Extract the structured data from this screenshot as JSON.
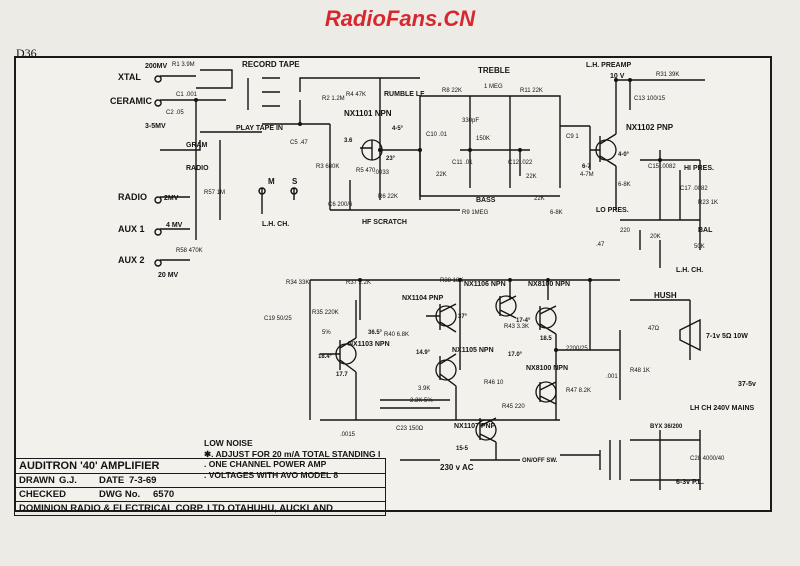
{
  "watermark": "RadioFans.CN",
  "sheet_code": "D36",
  "title_block": {
    "title": "AUDITRON '40' AMPLIFIER",
    "drawn_label": "DRAWN",
    "drawn_value": "G.J.",
    "date_label": "DATE",
    "date_value": "7-3-69",
    "checked_label": "CHECKED",
    "dwg_label": "DWG No.",
    "dwg_value": "6570",
    "company": "DOMINION RADIO & ELECTRICAL CORP. LTD OTAHUHU, AUCKLAND"
  },
  "notes": {
    "heading": "LOW NOISE",
    "line1": "✱. ADJUST FOR 20 m/A TOTAL STANDING I",
    "line2": ". ONE CHANNEL POWER AMP",
    "line3": ". VOLTAGES WITH AVO MODEL 8"
  },
  "inputs": {
    "xtal": "XTAL",
    "xtal_level": "200MV",
    "ceramic": "CERAMIC",
    "ceramic_level": "3-5MV",
    "gram": "GRAM",
    "radio_sw": "RADIO",
    "radio": "RADIO",
    "radio_level": "2MV",
    "aux1": "AUX 1",
    "aux1_level": "4 MV",
    "aux2": "AUX 2",
    "aux2_level": "20 MV"
  },
  "labels": {
    "record_tape": "RECORD TAPE",
    "play_tape": "PLAY TAPE IN",
    "m": "M",
    "s": "S",
    "lh_ch": "L.H. CH.",
    "rumble": "RUMBLE LF",
    "hf_scratch": "HF SCRATCH",
    "treble": "TREBLE",
    "bass": "BASS",
    "lh_preamp": "L.H. PREAMP",
    "preamp_v": "10 V",
    "hi_pres": "HI PRES.",
    "lo_pres": "LO PRES.",
    "bal": "BAL",
    "lh_ch2": "L.H. CH.",
    "hush": "HUSH",
    "mains": "LH CH 240V MAINS",
    "v230": "230 v AC",
    "onoff": "ON/OFF SW.",
    "v63": "6-3v P.L.",
    "v375": "37-5v",
    "speaker": "7-1v 5Ω 10W",
    "bty": "BYX 36/200"
  },
  "transistors": {
    "q1": "NX1101 NPN",
    "q2": "NX1102 PNP",
    "q3": "NX1103 NPN",
    "q4": "NX1104 PNP",
    "q5": "NX1105 NPN",
    "q6": "NX1106 NPN",
    "q7": "NX1107 PNP",
    "q8": "NX8100 NPN",
    "q9": "NX8100 NPN"
  },
  "components": {
    "r1": "R1 3.9M",
    "c1": "C1 .001",
    "c2": "C2 .05",
    "r57": "R57 1M",
    "r58": "R58 470K",
    "r2": "R2 1.2M",
    "r4": "R4 47K",
    "r3": "R3 680K",
    "r5": "R5 470",
    "c5": "C5 .47",
    "c6": "C6 200/6",
    "c7": ".0033",
    "r6": "R6 22K",
    "c10": "C10 .01",
    "r8": "R8 22K",
    "r10": "1 MEG",
    "r11": "R11 22K",
    "c8": "330pF",
    "r12": "150K",
    "r13": "22K",
    "r14": "22K",
    "c12": "C12 .022",
    "c11": "C11 .01",
    "r9": "R9 1MEG",
    "r15": "22K",
    "r16": "6-8K",
    "c9": "C9 1",
    "r17": "4-7M",
    "r18": "6-8K",
    "r31": "R31 39K",
    "c13": "C13 100/15",
    "r20": "220",
    "c16": ".47",
    "r21": "20K",
    "r23": "R23 1K",
    "r25": "50K",
    "c15": "C15 .0082",
    "c17": "C17 .0082",
    "r34": "R34 33K",
    "r35": "R35 220K",
    "r37": "R37 2.2K",
    "r36": "5%",
    "c19": "C19 50/25",
    "r40": "R40 6.8K",
    "r41": "3.9K",
    "r42": "2.2K 5%",
    "r43": "R43 3.3K",
    "r45": "R45 220",
    "r46": "R46 10",
    "r47": "R47 8.2K",
    "r48": "R48 1K",
    "r49": "47Ω",
    "r38": "R38 18K",
    "c24": "2200/25",
    "c31": ".001",
    "c28": "C28 4000/40",
    "c22": ".0015",
    "c23": "C23 150Ω"
  },
  "voltages": {
    "v1": "3.6",
    "v2": "4-5°",
    "v3": "23°",
    "v4": "6-7",
    "v5": "4-0°",
    "v6": "36.5°",
    "v7": "18.4°",
    "v8": "17.7",
    "v9": "14.9°",
    "v10": "17-4°",
    "v11": "18.5",
    "v12": "17.0°",
    "v13": "15-5",
    "v14": "37°"
  }
}
